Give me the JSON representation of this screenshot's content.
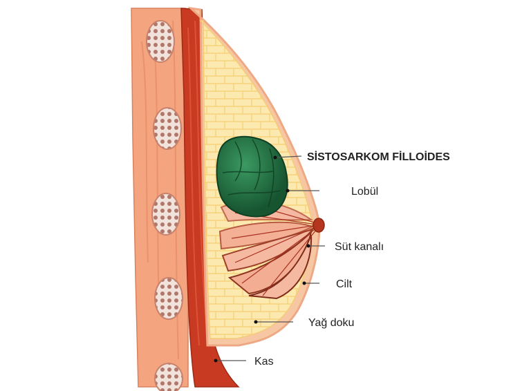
{
  "labels": {
    "tumor": "SİSTOSARKOM FİLLOİDES",
    "lobule": "Lobül",
    "duct": "Süt kanalı",
    "skin": "Cilt",
    "fat": "Yağ doku",
    "muscle": "Kas"
  },
  "colors": {
    "skin": "#f3a07c",
    "muscle": "#c93a22",
    "fat": "#fce7a8",
    "tumor": "#1f6b3f",
    "gland": "#f5b8a0",
    "nipple": "#b5361f"
  }
}
